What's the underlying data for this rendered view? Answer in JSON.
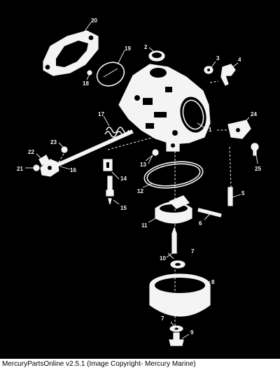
{
  "caption": "MercuryPartsOnline v2.5.1 (Image Copyright- Mercury Marine)",
  "callouts": {
    "c1": "1",
    "c2": "2",
    "c3": "3",
    "c4": "4",
    "c5": "5",
    "c6": "6",
    "c7a": "7",
    "c7b": "7",
    "c8": "8",
    "c9": "9",
    "c10": "10",
    "c11": "11",
    "c12": "12",
    "c13": "13",
    "c14": "14",
    "c15": "15",
    "c16": "16",
    "c17": "17",
    "c18": "18",
    "c19": "19",
    "c20": "20",
    "c21": "21",
    "c22": "22",
    "c23": "23",
    "c24": "24",
    "c25": "25"
  }
}
